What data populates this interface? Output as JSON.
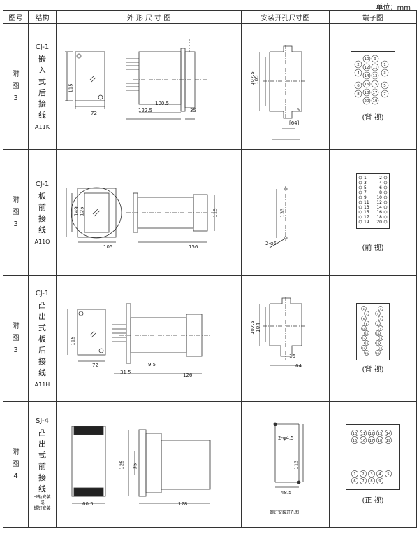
{
  "unit_label": "单位：mm",
  "headers": {
    "fig_no": "图号",
    "structure": "结构",
    "outline": "外 形 尺 寸 图",
    "mount": "安装开孔尺寸图",
    "terminal": "端子图"
  },
  "rows": [
    {
      "fig": [
        "附",
        "图",
        "3"
      ],
      "code": "CJ-1",
      "chars": [
        "嵌",
        "入",
        "式",
        "后",
        "接",
        "线"
      ],
      "model": "A11K",
      "outline_dims": {
        "h": "115",
        "w": "72",
        "depth": "100.5",
        "total": "122.5",
        "tail": "35"
      },
      "mount_dims": {
        "h1": "107.5",
        "h2": "105",
        "w1": "16",
        "w2": "[64]"
      },
      "terminals": [
        "1",
        "2",
        "3",
        "4",
        "5",
        "6",
        "7",
        "8",
        "9",
        "10",
        "11",
        "12",
        "13",
        "14",
        "15",
        "16",
        "17",
        "18",
        "19",
        "20"
      ],
      "view": "(背 视)"
    },
    {
      "fig": [
        "附",
        "图",
        "3"
      ],
      "code": "CJ-1",
      "chars": [
        "板",
        "前",
        "接",
        "线"
      ],
      "model": "A11Q",
      "outline_dims": {
        "h1": "149",
        "h2": "125",
        "w": "105",
        "depth": "156",
        "side": "115"
      },
      "mount_dims": {
        "h": "133",
        "hole": "2-φ5"
      },
      "terminals_left": [
        "1",
        "3",
        "5",
        "7",
        "9",
        "11",
        "13",
        "15",
        "17",
        "19"
      ],
      "terminals_right": [
        "2",
        "4",
        "6",
        "8",
        "10",
        "12",
        "14",
        "16",
        "18",
        "20"
      ],
      "view": "(前 视)"
    },
    {
      "fig": [
        "附",
        "图",
        "3"
      ],
      "code": "CJ-1",
      "chars": [
        "凸",
        "出",
        "式",
        "板",
        "后",
        "接",
        "线"
      ],
      "model": "A11H",
      "outline_dims": {
        "h": "115",
        "w": "72",
        "offset": "31.5",
        "gap": "9.5",
        "depth": "126"
      },
      "mount_dims": {
        "h1": "107.5",
        "h2": "104",
        "w1": "64",
        "w2": "16"
      },
      "terminals_left": [
        "2",
        "4",
        "6",
        "8",
        "10",
        "12",
        "14",
        "16",
        "18",
        "20"
      ],
      "terminals_right": [
        "1",
        "3",
        "5",
        "7",
        "9",
        "11",
        "13",
        "15",
        "17",
        "19"
      ],
      "view": "(背 视)"
    },
    {
      "fig": [
        "附",
        "图",
        "4"
      ],
      "code": "SJ-4",
      "chars": [
        "凸",
        "出",
        "式",
        "前",
        "接",
        "线"
      ],
      "note": [
        "卡轨安装",
        "或",
        "螺钉安装"
      ],
      "outline_dims": {
        "w": "60.5",
        "h": "125",
        "inner": "35",
        "depth": "128"
      },
      "mount_dims": {
        "hole": "2-φ4.5",
        "h": "113",
        "w": "48.5"
      },
      "mount_caption": "螺钉安装开孔图",
      "terminals_top": [
        "10",
        "11",
        "12",
        "13",
        "14",
        "15",
        "16",
        "17",
        "18",
        "19"
      ],
      "terminals_bottom": [
        "1",
        "2",
        "3",
        "4",
        "5",
        "6",
        "7",
        "8",
        "9"
      ],
      "view": "(正 视)"
    }
  ]
}
